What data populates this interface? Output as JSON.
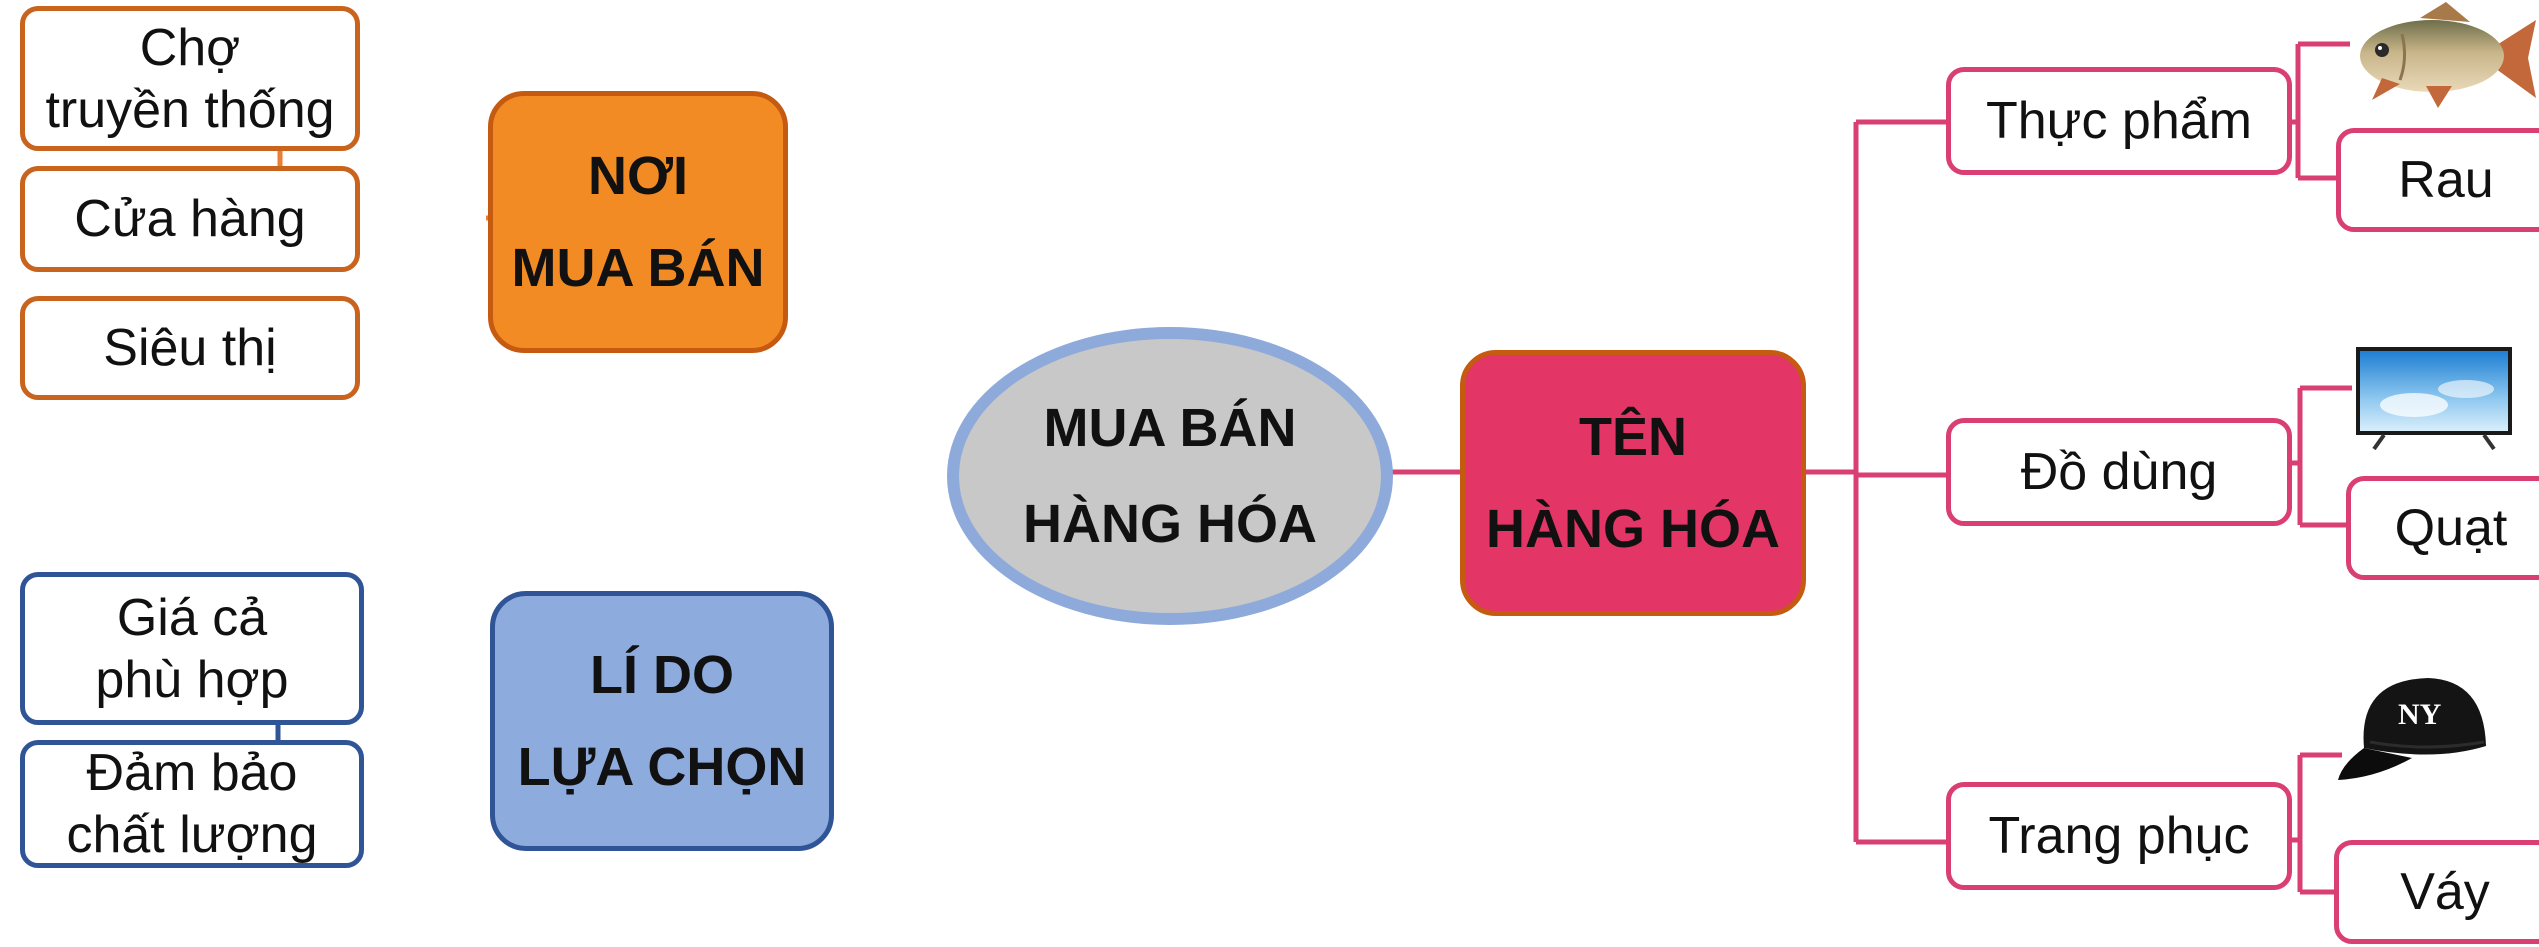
{
  "center": {
    "label": "MUA BÁN\nHÀNG HÓA"
  },
  "places": {
    "title": "NƠI\nMUA BÁN",
    "items": [
      "Chợ\ntruyền thống",
      "Cửa hàng",
      "Siêu thị"
    ]
  },
  "reasons": {
    "title": "LÍ DO\nLỰA CHỌN",
    "items": [
      "Giá cả\nphù hợp",
      "Đảm bảo\nchất lượng"
    ]
  },
  "goods": {
    "title": "TÊN\nHÀNG HÓA",
    "categories": [
      {
        "label": "Thực phẩm",
        "examples": [
          "Rau"
        ],
        "picture": "fish-image"
      },
      {
        "label": "Đồ dùng",
        "examples": [
          "Quạt"
        ],
        "picture": "television-image"
      },
      {
        "label": "Trang phục",
        "examples": [
          "Váy"
        ],
        "picture": "baseball-cap-image"
      }
    ]
  },
  "colors": {
    "orange": "#f38b24",
    "blue": "#8eabdd",
    "pink": "#e33566",
    "center_fill": "#c8c8c8",
    "center_border": "#8eaadb"
  }
}
